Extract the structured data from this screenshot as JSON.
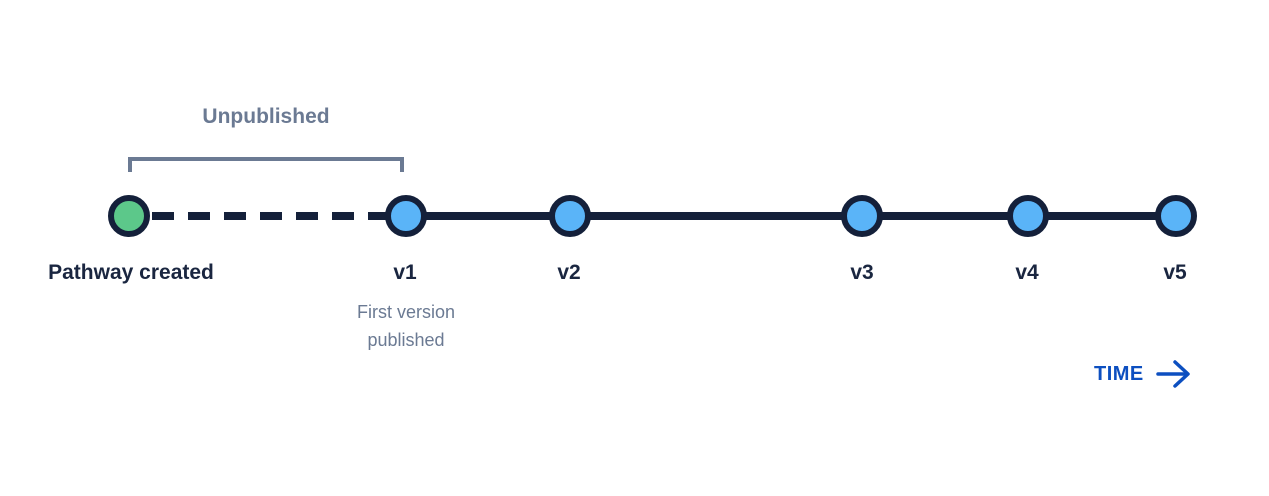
{
  "bracket": {
    "label": "Unpublished"
  },
  "milestones": [
    {
      "id": "created",
      "label": "Pathway created",
      "kind": "start"
    },
    {
      "id": "v1",
      "label": "v1",
      "kind": "version",
      "caption": "First version published"
    },
    {
      "id": "v2",
      "label": "v2",
      "kind": "version"
    },
    {
      "id": "v3",
      "label": "v3",
      "kind": "version"
    },
    {
      "id": "v4",
      "label": "v4",
      "kind": "version"
    },
    {
      "id": "v5",
      "label": "v5",
      "kind": "version"
    }
  ],
  "time_axis": {
    "label": "TIME",
    "icon": "arrow-right-icon"
  },
  "colors": {
    "line": "#14203a",
    "start_fill": "#5cc88a",
    "version_fill": "#5ab4f8",
    "bracket": "#6b7a93",
    "accent": "#0d4fc0"
  }
}
